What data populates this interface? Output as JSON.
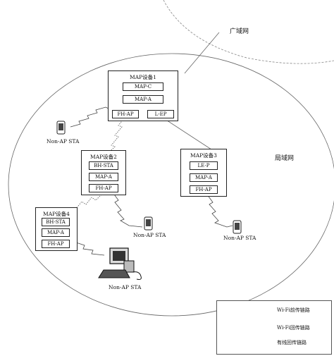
{
  "labels": {
    "wan": "广域网",
    "lan": "局域网"
  },
  "devices": [
    {
      "title": "MAP设备1",
      "subs": [
        "MAP-C",
        "MAP-A",
        "FH-AP",
        "L-EP"
      ]
    },
    {
      "title": "MAP设备2",
      "subs": [
        "BH-STA",
        "MAP-A",
        "FH-AP"
      ]
    },
    {
      "title": "MAP设备3",
      "subs": [
        "LE-P",
        "MAP-A",
        "FH-AP"
      ]
    },
    {
      "title": "MAP设备4",
      "subs": [
        "BH-STA",
        "MAP-A",
        "FH-AP"
      ]
    }
  ],
  "stations": [
    {
      "label": "Non-AP STA",
      "icon": "phone-icon"
    },
    {
      "label": "Non-AP STA",
      "icon": "phone-icon"
    },
    {
      "label": "Non-AP STA",
      "icon": "phone-icon"
    },
    {
      "label": "Non-AP STA",
      "icon": "computer-icon"
    }
  ],
  "legend": [
    {
      "label": "Wi-Fi前传链路",
      "style": "solid-zigzag"
    },
    {
      "label": "Wi-Fi回传链路",
      "style": "dotted-zigzag"
    },
    {
      "label": "有线回传链路",
      "style": "straight-line"
    }
  ]
}
